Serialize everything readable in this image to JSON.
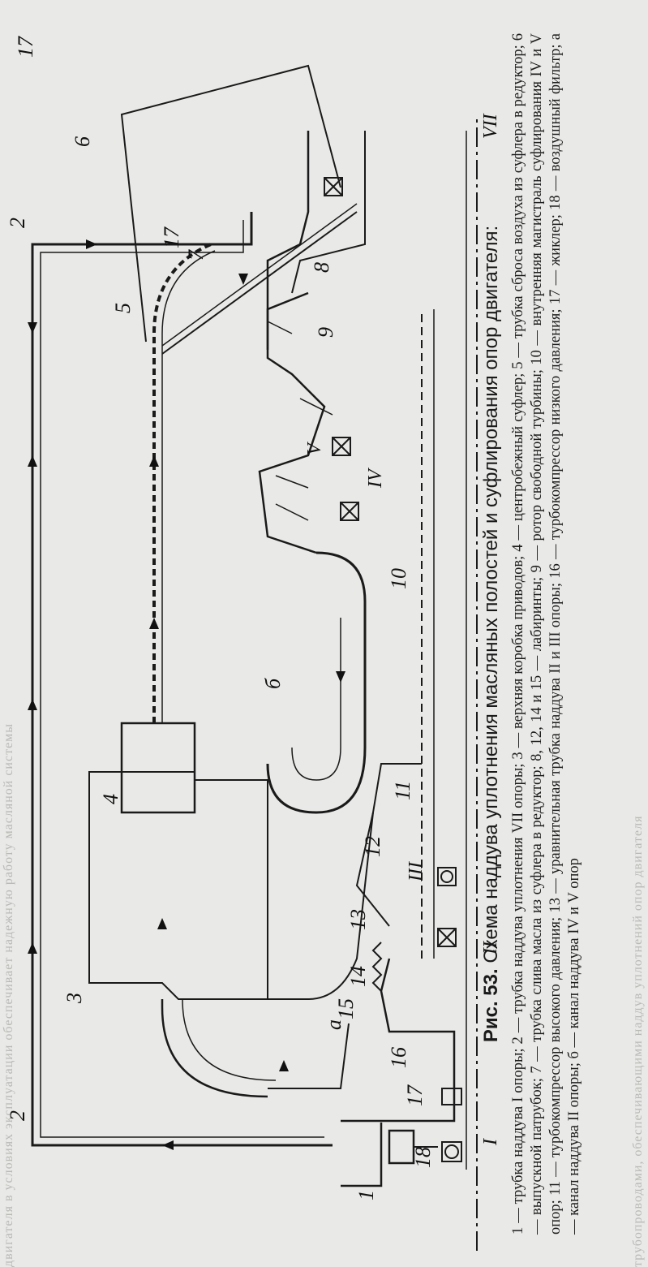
{
  "figure": {
    "caption_label": "Рис. 53.",
    "caption_title": "Схема наддува уплотнения масляных полостей и суфлирования опор двигателя:",
    "legend": "1 — трубка наддува I опоры; 2 — трубка наддува уплотнения VII опоры; 3 — верхняя коробка приводов; 4 — центробежный суфлер; 5 — трубка сброса воздуха из суфлера в редуктор; 6 — выпускной патрубок; 7 — трубка слива масла из суфлера в редуктор; 8, 12, 14 и 15 — лабиринты; 9 — ротор свободной турбины; 10 — внутренняя магистраль суфлирования IV и V опор; 11 — турбокомпрессор высокого давления; 13 — уравнительная трубка наддува II и III опоры; 16 — турбокомпрессор низкого давления; 17 — жиклер; 18 — воздушный фильтр; а — канал наддува II опоры; б — канал наддува IV и V опор",
    "labels": {
      "n1": "1",
      "n2a": "2",
      "n2b": "2",
      "n3": "3",
      "n4": "4",
      "n5": "5",
      "n6": "б",
      "n6b": "6",
      "n7": "7",
      "n8": "8",
      "n9": "9",
      "n10": "10",
      "n11": "11",
      "n12": "12",
      "n13": "13",
      "n14": "14",
      "n15": "15",
      "n16": "16",
      "n17a": "17",
      "n17b": "17",
      "n17c": "17",
      "n18": "18",
      "na": "a",
      "rI": "I",
      "rII": "II",
      "rIII": "III",
      "rIV": "IV",
      "rV": "V",
      "rVII": "VII"
    }
  },
  "bleed_through": {
    "top": "двигателя в условиях эксплуатации обеспечивает надежную работу масляной системы",
    "bottom": "трубопроводами, обеспечивающими наддув уплотнений опор двигателя"
  }
}
